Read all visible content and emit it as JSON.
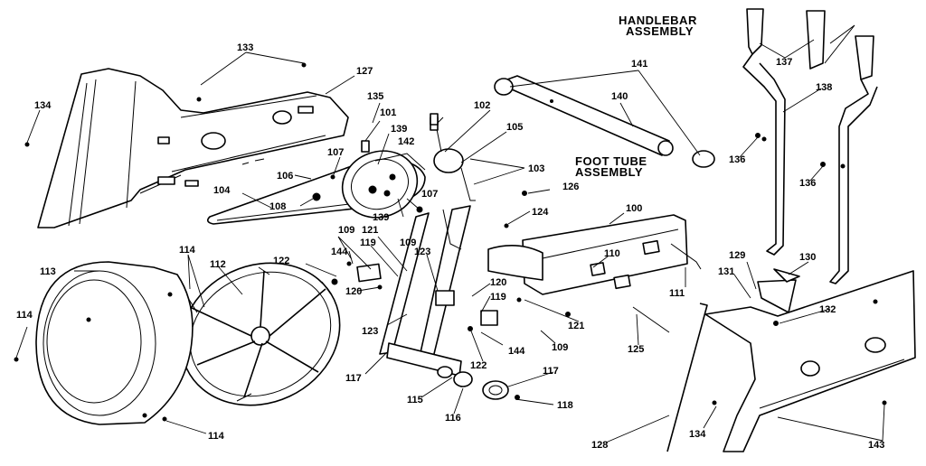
{
  "titles": {
    "handlebar_line1": "HANDLEBAR",
    "handlebar_line2": "ASSEMBLY",
    "foot_tube_line1": "FOOT TUBE",
    "foot_tube_line2": "ASSEMBLY"
  },
  "callouts": [
    "133",
    "127",
    "134",
    "135",
    "101",
    "102",
    "139",
    "142",
    "105",
    "107",
    "106",
    "104",
    "108",
    "103",
    "126",
    "107",
    "139",
    "109",
    "124",
    "100",
    "109",
    "121",
    "144",
    "119",
    "123",
    "110",
    "122",
    "112",
    "114",
    "113",
    "120",
    "120",
    "119",
    "111",
    "129",
    "130",
    "131",
    "121",
    "114",
    "123",
    "144",
    "109",
    "125",
    "132",
    "117",
    "122",
    "117",
    "115",
    "116",
    "118",
    "114",
    "128",
    "134",
    "143",
    "141",
    "140",
    "137",
    "138",
    "136",
    "136"
  ]
}
